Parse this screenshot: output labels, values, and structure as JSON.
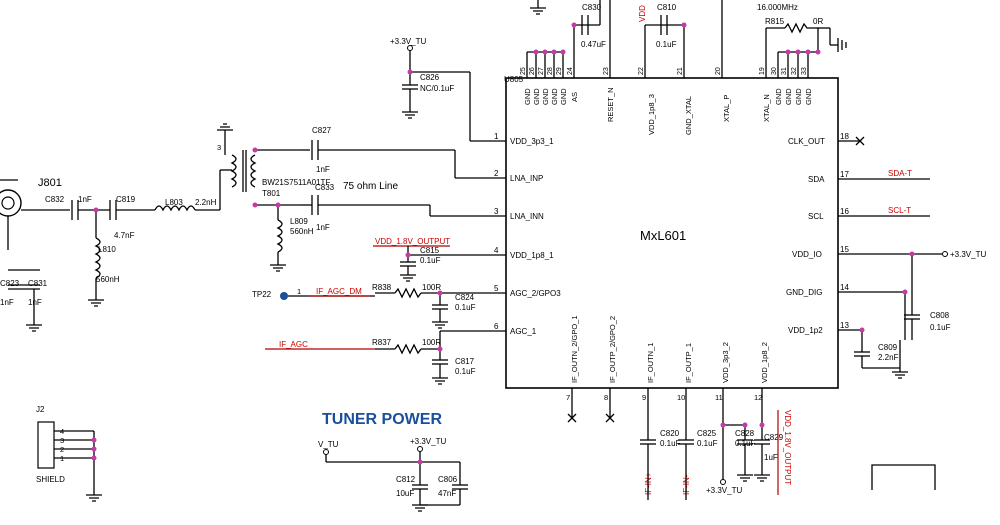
{
  "chip": {
    "name": "MxL601",
    "ref": "U805",
    "left_pins": [
      {
        "num": "1",
        "name": "VDD_3p3_1"
      },
      {
        "num": "2",
        "name": "LNA_INP"
      },
      {
        "num": "3",
        "name": "LNA_INN"
      },
      {
        "num": "4",
        "name": "VDD_1p8_1"
      },
      {
        "num": "5",
        "name": "AGC_2/GPO3"
      },
      {
        "num": "6",
        "name": "AGC_1"
      }
    ],
    "right_pins": [
      {
        "num": "18",
        "name": "CLK_OUT"
      },
      {
        "num": "17",
        "name": "SDA"
      },
      {
        "num": "16",
        "name": "SCL"
      },
      {
        "num": "15",
        "name": "VDD_IO"
      },
      {
        "num": "14",
        "name": "GND_DIG"
      },
      {
        "num": "13",
        "name": "VDD_1p2"
      }
    ],
    "top_pins": [
      {
        "num": "25",
        "name": "GND"
      },
      {
        "num": "26",
        "name": "GND"
      },
      {
        "num": "27",
        "name": "GND"
      },
      {
        "num": "28",
        "name": "GND"
      },
      {
        "num": "29",
        "name": "GND"
      },
      {
        "num": "24",
        "name": "AS"
      },
      {
        "num": "23",
        "name": "RESET_N"
      },
      {
        "num": "22",
        "name": "VDD_1p8_3"
      },
      {
        "num": "21",
        "name": "GND_XTAL"
      },
      {
        "num": "20",
        "name": "XTAL_P"
      },
      {
        "num": "19",
        "name": "XTAL_N"
      },
      {
        "num": "30",
        "name": "GND"
      },
      {
        "num": "31",
        "name": "GND"
      },
      {
        "num": "32",
        "name": "GND"
      },
      {
        "num": "33",
        "name": "GND"
      }
    ],
    "bottom_pins": [
      {
        "num": "7",
        "name": "IF_OUTN_2/GPO_1"
      },
      {
        "num": "8",
        "name": "IF_OUTP_2/GPO_2"
      },
      {
        "num": "9",
        "name": "IF_OUTN_1"
      },
      {
        "num": "10",
        "name": "IF_OUTP_1"
      },
      {
        "num": "11",
        "name": "VDD_3p3_2"
      },
      {
        "num": "12",
        "name": "VDD_1p8_2"
      }
    ]
  },
  "components": {
    "j801": "J801",
    "c832": "C832",
    "c832_val": "1nF",
    "c819": "C819",
    "c819_val": "4.7nF",
    "l803": "L803",
    "l803_val": "2.2nH",
    "l810": "L810",
    "l810_val": "560nH",
    "c823": "C823",
    "c823_val": "1nF",
    "c831": "C831",
    "c831_val": "1nF",
    "t801": "T801",
    "t801_part": "BW21S7511A01TF",
    "c827": "C827",
    "c827_val": "1nF",
    "c833": "C833",
    "c833_val": "1nF",
    "l809": "L809",
    "l809_val": "560nH",
    "c826": "C826",
    "c826_val": "NC/0.1uF",
    "c815": "C815",
    "c815_val": "0.1uF",
    "r838": "R838",
    "r838_val": "100R",
    "c824": "C824",
    "c824_val": "0.1uF",
    "r837": "R837",
    "r837_val": "100R",
    "c817": "C817",
    "c817_val": "0.1uF",
    "c830": "C830",
    "c830_val": "0.47uF",
    "c810": "C810",
    "c810_val": "0.1uF",
    "xtal_val": "16.000MHz",
    "r815": "R815",
    "r815_val": "0R",
    "c808": "C808",
    "c808_val": "0.1uF",
    "c809": "C809",
    "c809_val": "2.2nF",
    "c820": "C820",
    "c820_val": "0.1uF",
    "c825": "C825",
    "c825_val": "0.1uF",
    "c828": "C828",
    "c828_val": "0.1uF",
    "c829": "C829",
    "c829_val": "1uF",
    "c812": "C812",
    "c812_val": "10uF",
    "c806": "C806",
    "c806_val": "47nF",
    "j2": "J2",
    "j2_label": "SHIELD",
    "j2_pins": [
      "4",
      "3",
      "2",
      "1"
    ],
    "tp22": "TP22"
  },
  "nets": {
    "v33_tu": "+3.3V_TU",
    "vdd18_output": "VDD_1.8V_OUTPUT",
    "if_agc_dm": "IF_AGC_DM",
    "if_agc": "IF_AGC",
    "sda_t": "SDA-T",
    "scl_t": "SCL-T",
    "v_tu": "V_TU",
    "if_in_p": "IF-IN+",
    "if_in_n": "IF-IN-",
    "vdd_tu": "VDD"
  },
  "notes": {
    "line75": "75 ohm Line",
    "tuner_power": "TUNER POWER"
  },
  "colors": {
    "wire": "#000000",
    "net_label": "#cc0000",
    "junction": "#c43aa6",
    "heading": "#1a4f9c"
  }
}
